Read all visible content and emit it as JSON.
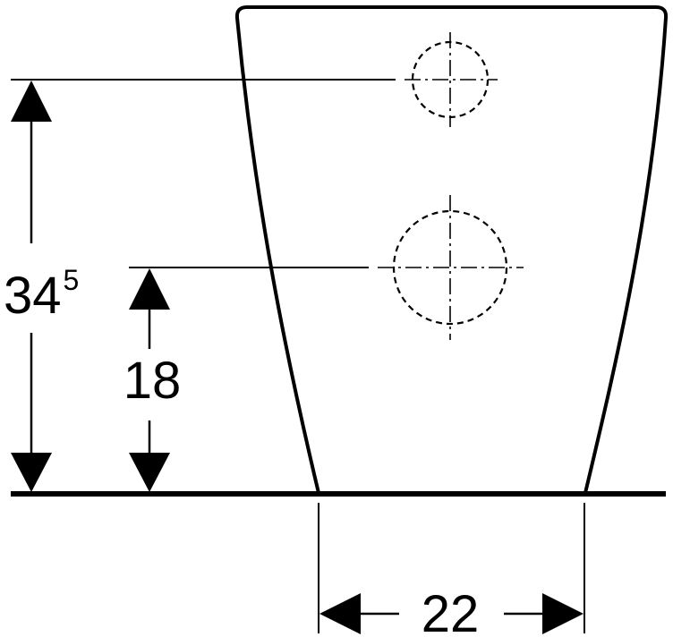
{
  "dimensions": {
    "total_height": {
      "main": "34",
      "superscript": "5"
    },
    "inlet_height": "18",
    "base_width": "22"
  },
  "colors": {
    "line": "#000000",
    "background": "#ffffff"
  }
}
